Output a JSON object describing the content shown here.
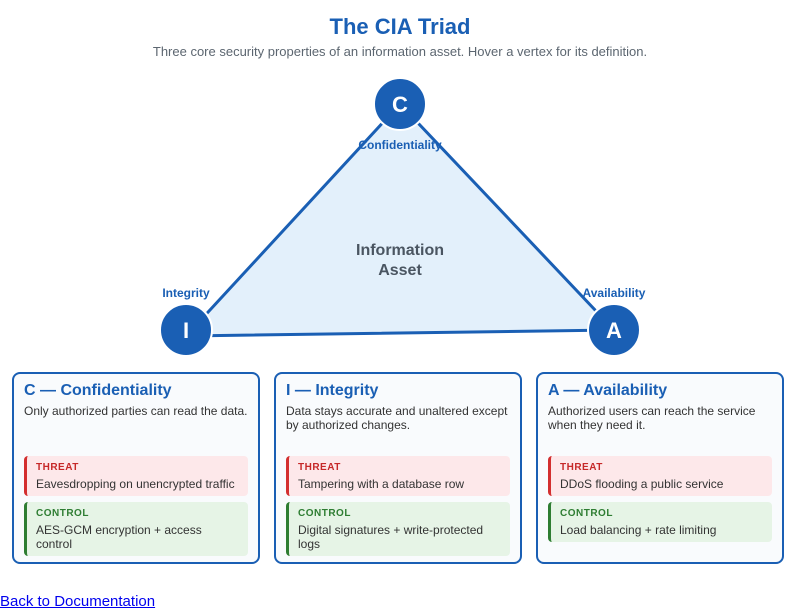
{
  "header": {
    "title": "The CIA Triad",
    "subtitle": "Three core security properties of an information asset. Hover a vertex for its definition."
  },
  "diagram": {
    "center_line1": "Information",
    "center_line2": "Asset",
    "vertices": {
      "c": {
        "letter": "C",
        "label": "Confidentiality"
      },
      "i": {
        "letter": "I",
        "label": "Integrity"
      },
      "a": {
        "letter": "A",
        "label": "Availability"
      }
    },
    "colors": {
      "accent": "#1a5fb4",
      "fill": "#e3f0fb",
      "threat": "#d32f2f",
      "control": "#2e7d32"
    }
  },
  "cards": [
    {
      "title": "C — Confidentiality",
      "desc": "Only authorized parties can read the data.",
      "threat_label": "THREAT",
      "threat": "Eavesdropping on unencrypted traffic",
      "control_label": "CONTROL",
      "control": "AES-GCM encryption + access control"
    },
    {
      "title": "I — Integrity",
      "desc": "Data stays accurate and unaltered except by authorized changes.",
      "threat_label": "THREAT",
      "threat": "Tampering with a database row",
      "control_label": "CONTROL",
      "control": "Digital signatures + write-protected logs"
    },
    {
      "title": "A — Availability",
      "desc": "Authorized users can reach the service when they need it.",
      "threat_label": "THREAT",
      "threat": "DDoS flooding a public service",
      "control_label": "CONTROL",
      "control": "Load balancing + rate limiting"
    }
  ],
  "footer": {
    "back_link": "Back to Documentation"
  }
}
